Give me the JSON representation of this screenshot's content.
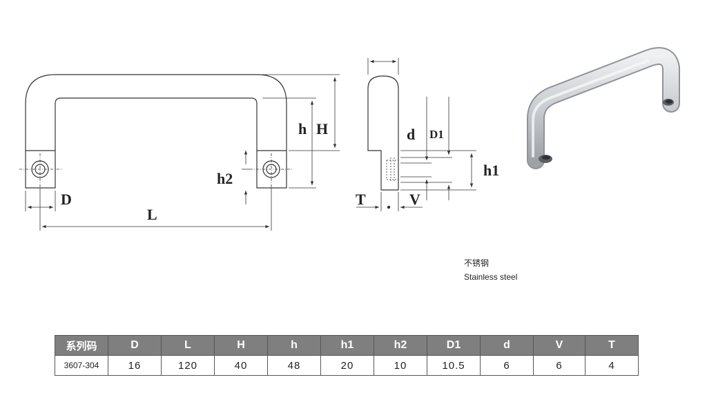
{
  "dimension_labels": {
    "D": "D",
    "L": "L",
    "h": "h",
    "H": "H",
    "h2": "h2",
    "d": "d",
    "D1": "D1",
    "h1": "h1",
    "T": "T",
    "V": "V"
  },
  "material": {
    "chinese": "不锈钢",
    "english": "Stainless steel"
  },
  "spec_table": {
    "headers": [
      "系列码",
      "D",
      "L",
      "H",
      "h",
      "h1",
      "h2",
      "D1",
      "d",
      "V",
      "T"
    ],
    "rows": [
      [
        "3607-304",
        "16",
        "120",
        "40",
        "48",
        "20",
        "10",
        "10.5",
        "6",
        "6",
        "4"
      ]
    ]
  },
  "colors": {
    "header_bg": "#7f7f7f",
    "header_text": "#ffffff",
    "line": "#333333"
  }
}
